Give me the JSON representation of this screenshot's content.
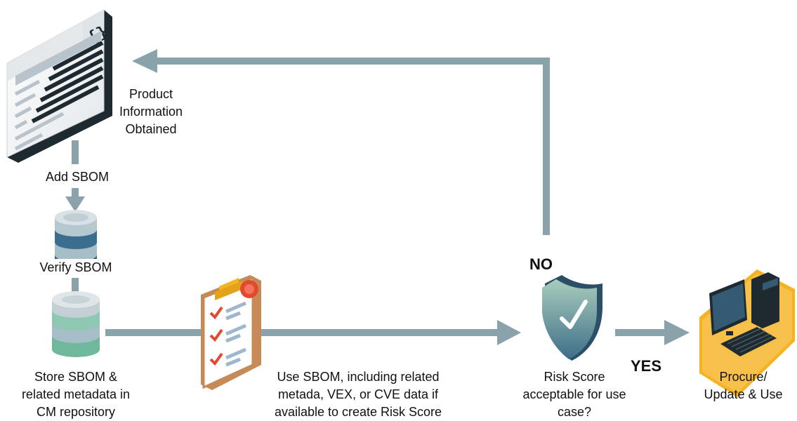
{
  "labels": {
    "product_info": "Product\nInformation\nObtained",
    "add_sbom": "Add SBOM",
    "verify_sbom": "Verify SBOM",
    "store_sbom": "Store SBOM &\nrelated metadata in\nCM repository",
    "use_sbom": "Use SBOM, including related\nmetada, VEX, or CVE data if\navailable to create Risk Score",
    "risk_question": "Risk Score\nacceptable for use\ncase?",
    "no": "NO",
    "yes": "YES",
    "procure": "Procure/\nUpdate & Use"
  },
  "icons": {
    "document": "code-document-icon",
    "database_top": "database-icon",
    "database_bottom": "database-icon",
    "checklist": "checklist-clipboard-icon",
    "shield": "shield-check-icon",
    "computer": "desktop-computer-icon",
    "doc_code_glyph": "{}"
  },
  "colors": {
    "arrow": "#8aa3ab",
    "accent_yellow": "#f5b324",
    "shield_green": "#8fb9a5",
    "dark": "#1e2a30"
  }
}
